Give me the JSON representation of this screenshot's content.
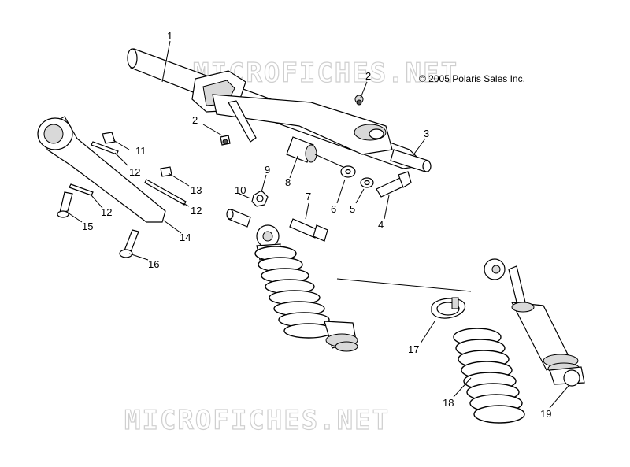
{
  "copyright": "© 2005 Polaris Sales Inc.",
  "watermark_text": "MICROFICHES.NET",
  "callouts": [
    {
      "id": "c1",
      "text": "1"
    },
    {
      "id": "c2a",
      "text": "2"
    },
    {
      "id": "c2b",
      "text": "2"
    },
    {
      "id": "c3",
      "text": "3"
    },
    {
      "id": "c4",
      "text": "4"
    },
    {
      "id": "c5",
      "text": "5"
    },
    {
      "id": "c6",
      "text": "6"
    },
    {
      "id": "c7",
      "text": "7"
    },
    {
      "id": "c8",
      "text": "8"
    },
    {
      "id": "c9",
      "text": "9"
    },
    {
      "id": "c10",
      "text": "10"
    },
    {
      "id": "c11",
      "text": "11"
    },
    {
      "id": "c12a",
      "text": "12"
    },
    {
      "id": "c12b",
      "text": "12"
    },
    {
      "id": "c12c",
      "text": "12"
    },
    {
      "id": "c13",
      "text": "13"
    },
    {
      "id": "c14",
      "text": "14"
    },
    {
      "id": "c15",
      "text": "15"
    },
    {
      "id": "c16",
      "text": "16"
    },
    {
      "id": "c17",
      "text": "17"
    },
    {
      "id": "c18",
      "text": "18"
    },
    {
      "id": "c19",
      "text": "19"
    }
  ],
  "colors": {
    "line": "#000000",
    "watermark": "#cfcfcf",
    "background": "#ffffff"
  }
}
